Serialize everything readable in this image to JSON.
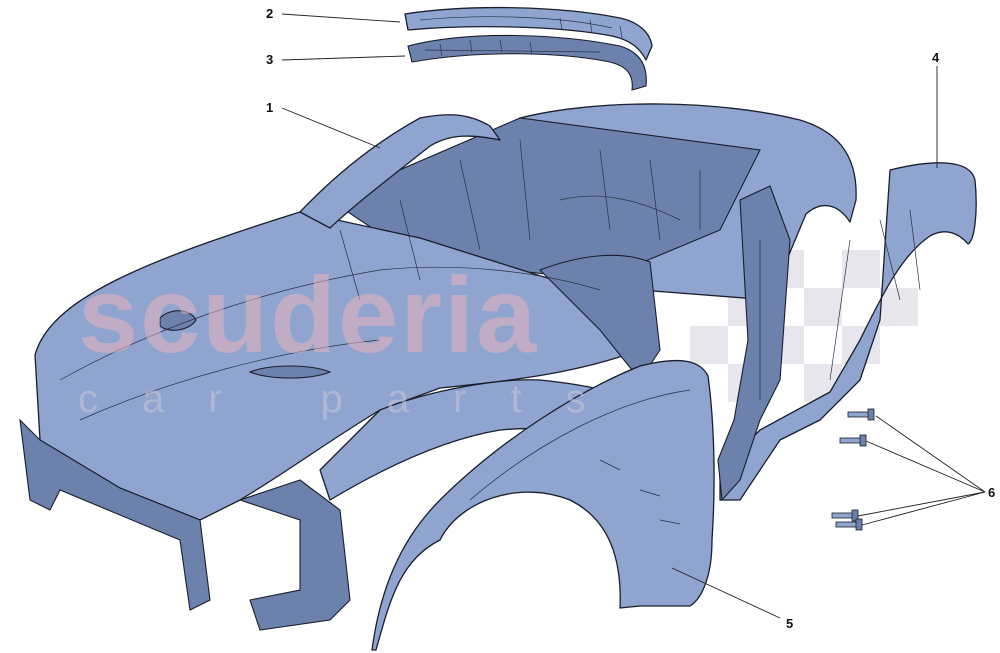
{
  "watermark": {
    "main_text": "scuderia",
    "sub_text": "car parts"
  },
  "callouts": [
    {
      "id": "1",
      "label": "1"
    },
    {
      "id": "2",
      "label": "2"
    },
    {
      "id": "3",
      "label": "3"
    },
    {
      "id": "4",
      "label": "4"
    },
    {
      "id": "5",
      "label": "5"
    },
    {
      "id": "6",
      "label": "6"
    }
  ],
  "colors": {
    "part_fill": "#8fa4cf",
    "part_shadow": "#6d81ad",
    "outline": "#1a1e2c",
    "watermark_red": "#e8b3bd",
    "watermark_checker": "#c8c8d8"
  }
}
